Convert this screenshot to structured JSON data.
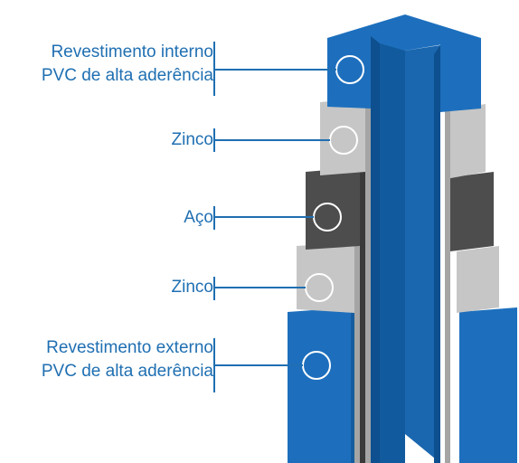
{
  "colors": {
    "label_text": "#1f6fb2",
    "pvc_blue": "#1d6fbd",
    "pvc_blue_dark": "#125a9e",
    "pvc_blue_inner": "#0d4f8f",
    "zinc": "#c6c6c6",
    "zinc_dark": "#a5a5a5",
    "steel": "#4d4d4d",
    "steel_dark": "#3a3a3a",
    "marker_stroke": "#ffffff"
  },
  "layers": [
    {
      "id": "inner-coating",
      "lines": [
        "Revestimento interno",
        "PVC de alta aderência"
      ]
    },
    {
      "id": "zinc-top",
      "lines": [
        "Zinco"
      ]
    },
    {
      "id": "steel",
      "lines": [
        "Aço"
      ]
    },
    {
      "id": "zinc-bottom",
      "lines": [
        "Zinco"
      ]
    },
    {
      "id": "outer-coating",
      "lines": [
        "Revestimento externo",
        "PVC de alta aderência"
      ]
    }
  ]
}
